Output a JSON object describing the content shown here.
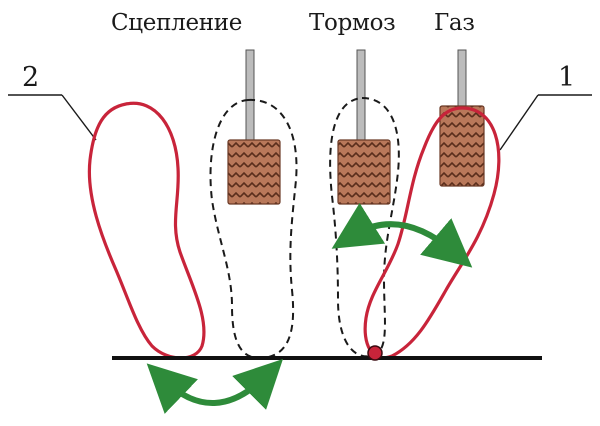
{
  "pedals": [
    {
      "id": "clutch",
      "label": "Сцепление"
    },
    {
      "id": "brake",
      "label": "Тормоз"
    },
    {
      "id": "gas",
      "label": "Газ"
    }
  ],
  "callouts": [
    {
      "id": "left-foot",
      "number": "2"
    },
    {
      "id": "right-foot",
      "number": "1"
    }
  ],
  "colors": {
    "foot_outline": "#c8243a",
    "arrow": "#2e8b3a",
    "pedal_pad": "#b9785a",
    "pedal_stem": "#bcbcbc",
    "floor": "#111111",
    "pivot": "#c8243a"
  },
  "icons": {
    "pedal_pad_pattern": "chevron-tread",
    "arrows": "double-headed-curved-arrow"
  }
}
